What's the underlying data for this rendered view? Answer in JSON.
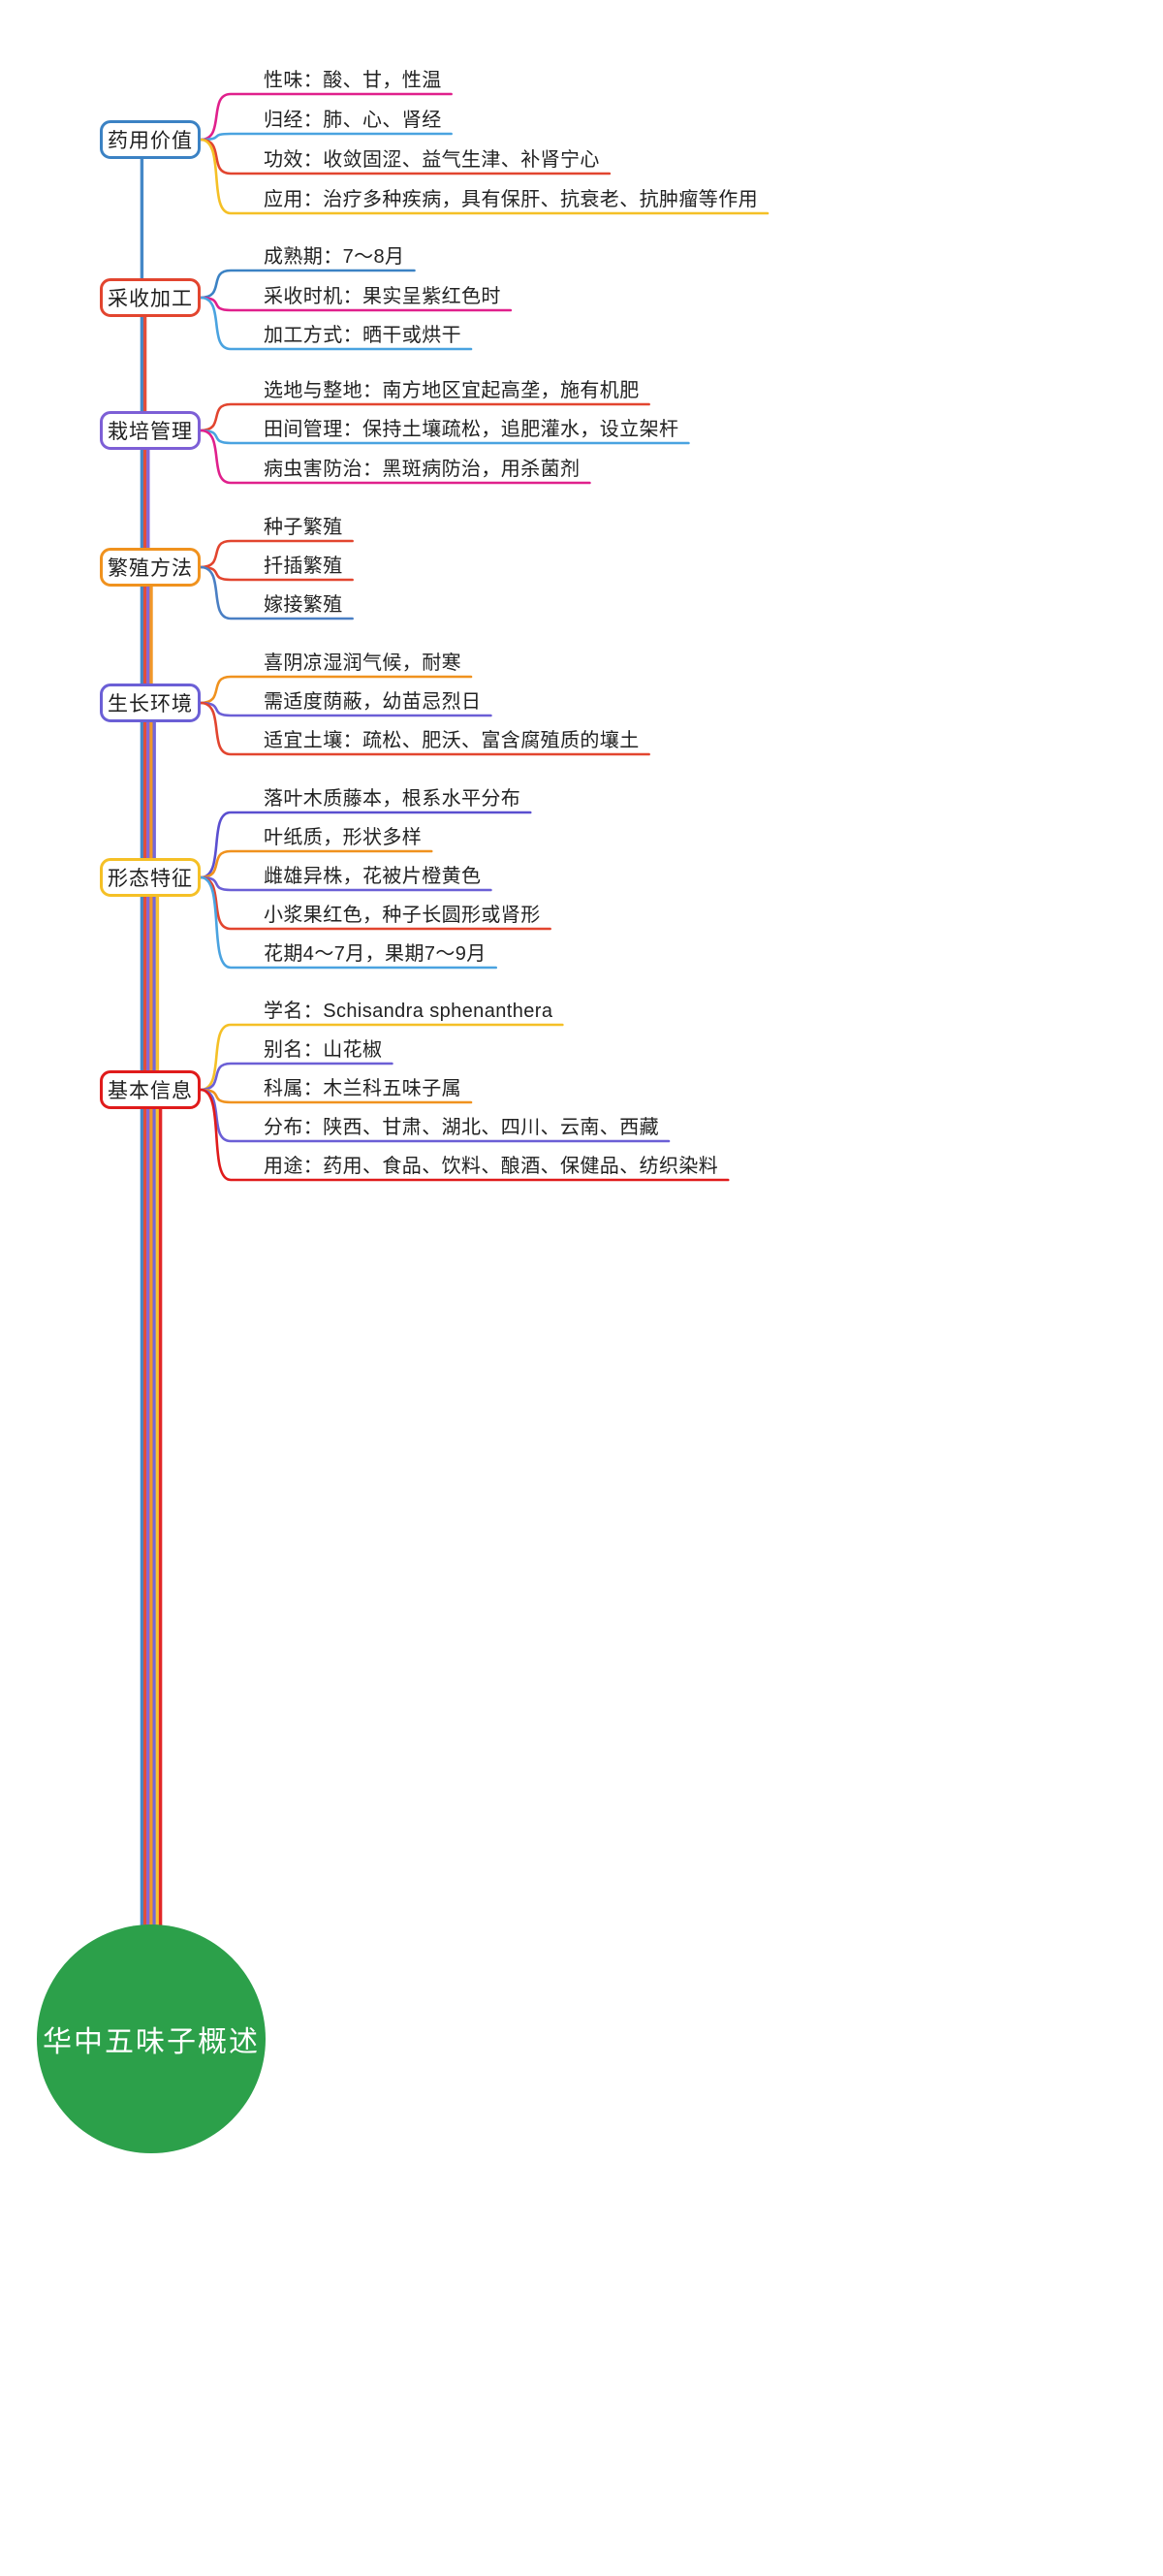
{
  "diagram": {
    "type": "mindmap",
    "root": {
      "label": "华中五味子概述",
      "color": "#2ca04a",
      "text_color": "#ffffff"
    },
    "trunk_colors": [
      "#3b82c4",
      "#e2452f",
      "#7d5fd6",
      "#f0921e",
      "#6b5fd6",
      "#f5c026",
      "#e01b1b"
    ],
    "branches": [
      {
        "label": "药用价值",
        "color": "#3b82c4",
        "children": [
          {
            "text": "性味：酸、甘，性温",
            "color": "#e0208c"
          },
          {
            "text": "归经：肺、心、肾经",
            "color": "#4aa3e0"
          },
          {
            "text": "功效：收敛固涩、益气生津、补肾宁心",
            "color": "#e2452f"
          },
          {
            "text": "应用：治疗多种疾病，具有保肝、抗衰老、抗肿瘤等作用",
            "color": "#f5c026"
          }
        ]
      },
      {
        "label": "采收加工",
        "color": "#e2452f",
        "children": [
          {
            "text": "成熟期：7～8月",
            "color": "#3b82c4"
          },
          {
            "text": "采收时机：果实呈紫红色时",
            "color": "#e0208c"
          },
          {
            "text": "加工方式：晒干或烘干",
            "color": "#4aa3e0"
          }
        ]
      },
      {
        "label": "栽培管理",
        "color": "#7d5fd6",
        "children": [
          {
            "text": "选地与整地：南方地区宜起高垄，施有机肥",
            "color": "#e2452f"
          },
          {
            "text": "田间管理：保持土壤疏松，追肥灌水，设立架杆",
            "color": "#4aa3e0"
          },
          {
            "text": "病虫害防治：黑斑病防治，用杀菌剂",
            "color": "#e0208c"
          }
        ]
      },
      {
        "label": "繁殖方法",
        "color": "#f0921e",
        "children": [
          {
            "text": "种子繁殖",
            "color": "#e2452f"
          },
          {
            "text": "扦插繁殖",
            "color": "#e2452f"
          },
          {
            "text": "嫁接繁殖",
            "color": "#4a7fc4"
          }
        ]
      },
      {
        "label": "生长环境",
        "color": "#6b5fd6",
        "children": [
          {
            "text": "喜阴凉湿润气候，耐寒",
            "color": "#f0921e"
          },
          {
            "text": "需适度荫蔽，幼苗忌烈日",
            "color": "#6b5fd6"
          },
          {
            "text": "适宜土壤：疏松、肥沃、富含腐殖质的壤土",
            "color": "#e2452f"
          }
        ]
      },
      {
        "label": "形态特征",
        "color": "#f5c026",
        "children": [
          {
            "text": "落叶木质藤本，根系水平分布",
            "color": "#5a4fd0"
          },
          {
            "text": "叶纸质，形状多样",
            "color": "#f0921e"
          },
          {
            "text": "雌雄异株，花被片橙黄色",
            "color": "#6b5fd6"
          },
          {
            "text": "小浆果红色，种子长圆形或肾形",
            "color": "#e2452f"
          },
          {
            "text": "花期4～7月，果期7～9月",
            "color": "#4aa3e0"
          }
        ]
      },
      {
        "label": "基本信息",
        "color": "#e01b1b",
        "children": [
          {
            "text": "学名：Schisandra sphenanthera",
            "color": "#f5c026"
          },
          {
            "text": "别名：山花椒",
            "color": "#6b5fd6"
          },
          {
            "text": "科属：木兰科五味子属",
            "color": "#f0921e"
          },
          {
            "text": "分布：陕西、甘肃、湖北、四川、云南、西藏",
            "color": "#6b5fd6"
          },
          {
            "text": "用途：药用、食品、饮料、酿酒、保健品、纺织染料",
            "color": "#e01b1b"
          }
        ]
      }
    ]
  }
}
